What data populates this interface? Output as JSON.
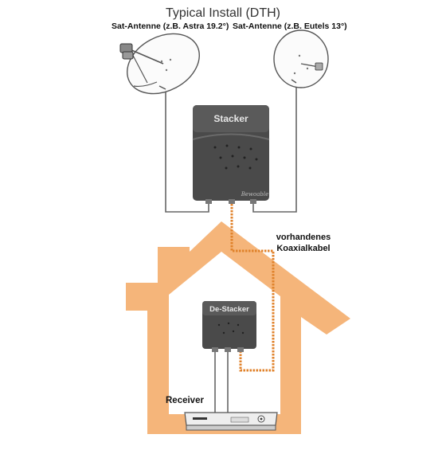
{
  "title": "Typical Install (DTH)",
  "antenna_left_label": "Sat-Antenne (z.B. Astra 19.2°)",
  "antenna_right_label": "Sat-Antenne (z.B. Eutels 13°)",
  "stacker_label": "Stacker",
  "destacker_label": "De-Stacker",
  "coax_label_line1": "vorhandenes",
  "coax_label_line2": "Koaxialkabel",
  "receiver_label": "Receiver",
  "brand_mark": "Bewoable",
  "colors": {
    "house": "#f5b57a",
    "coax": "#e0822b",
    "device": "#4a4a4a",
    "device_light": "#6a6a6a",
    "line": "#666666"
  },
  "icons": [
    "satellite-dish-icon",
    "satellite-dish-icon",
    "stacker-device-icon",
    "destacker-device-icon",
    "receiver-box-icon"
  ]
}
